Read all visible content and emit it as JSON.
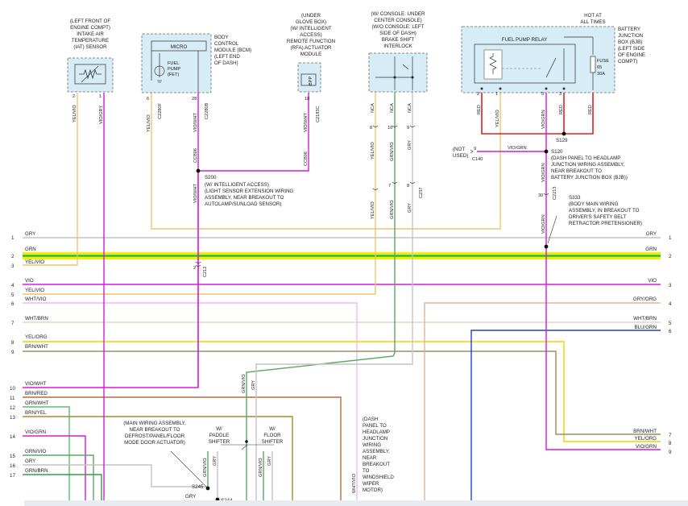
{
  "components": {
    "iat": {
      "lines": [
        "(LEFT FRONT OF",
        "ENGINE COMPT)",
        "INTAKE AIR",
        "TEMPERATURE",
        "(IAT) SENSOR"
      ],
      "pins": [
        "2",
        "1"
      ],
      "wires": [
        "YEL/VIO",
        "VIO/GRY"
      ]
    },
    "bcm": {
      "lines": [
        "BODY",
        "CONTROL",
        "MODULE (BCM)",
        "(LEFT END",
        "OF DASH)"
      ],
      "micro": "MICRO",
      "fet": [
        "FUEL",
        "PUMP",
        "(FET)"
      ],
      "pins": [
        "6",
        "28"
      ],
      "connectors": [
        "C2280F",
        "C2280B"
      ],
      "wires": [
        "YEL/VIO",
        "VIO/WHT"
      ],
      "inline": [
        "CCB06",
        "CCB06"
      ]
    },
    "rfa": {
      "lines": [
        "(UNDER",
        "GLOVE BOX)",
        "(W/ INTELLIGENT",
        "ACCESS)",
        "REMOTE FUNCTION",
        "(RFA) ACTUATOR",
        "MODULE"
      ],
      "bpp": "BPP",
      "pin": "18",
      "connector": "C2183C",
      "wire": "VIO/WHT"
    },
    "interlock": {
      "lines": [
        "(W/ CONSOLE: UNDER",
        "CENTER CONSOLE)",
        "(W/O CONSOLE: LEFT",
        "SIDE OF DASH)",
        "BRAKE SHIFT",
        "INTERLOCK"
      ],
      "ncas": [
        "NCA",
        "NCA",
        "NCA"
      ],
      "pins": [
        "8",
        "10",
        "9"
      ],
      "wires": [
        "YEL/VIO",
        "GRN/VIO",
        "GRY"
      ],
      "lower_pins": [
        "7",
        "8"
      ],
      "lower_connector": "C237"
    },
    "bjb": {
      "hot": [
        "HOT AT",
        "ALL TIMES"
      ],
      "lines": [
        "BATTERY",
        "JUNCTION",
        "BOX (BJB)",
        "(LEFT SIDE",
        "OF ENGINE",
        "COMPT)"
      ],
      "relay": "FUEL PUMP RELAY",
      "fuse": [
        "FUSE",
        "65",
        "30A"
      ],
      "pins": [
        "2",
        "1",
        "5",
        "3"
      ],
      "wires": [
        "RED",
        "YEL/VIO",
        "VIO/GRN",
        "RED",
        "RED"
      ]
    }
  },
  "splices": {
    "s129": "S129",
    "s120": "S120",
    "s120_desc": [
      "(DASH PANEL TO HEADLAMP",
      "JUNCTION WIRING ASSEMBLY,",
      "NEAR BREAKOUT TO",
      "BATTERY JUNCTION BOX (BJB))"
    ],
    "not_used": [
      "(NOT",
      "USED)"
    ],
    "c140_pin": "9",
    "c140": "C140",
    "c140_wire": "VIO/GRN",
    "c2213_pin": "30",
    "c2213": "C2213",
    "c2213_wire": "VIO/GRN",
    "s333": "S333",
    "s333_desc": [
      "(BODY MAIN WIRING",
      "ASSEMBLY, IN BREAKOUT TO",
      "DRIVER'S SAFETY BELT",
      "RETRACTOR PRETENSIONER)"
    ],
    "s200": "S200",
    "s200_desc": [
      "(W/ INTELLIGENT ACCESS)",
      "(LIGHT SENSOR EXTENSION WIRING",
      "ASSEMBLY, NEAR BREAKOUT TO",
      "AUTOLAMP/SUNLOAD SENSOR)"
    ],
    "s200_wire": "VIO/WHT",
    "c212_pin": "2",
    "c212": "C212",
    "s245": "S245",
    "s244": "S244",
    "main_desc": [
      "(MAIN WIRING ASSEMBLY,",
      "NEAR BREAKOUT TO",
      "DEFROST/PANEL/FLOOR",
      "MODE DOOR ACTUATOR)"
    ],
    "paddle": [
      "W/",
      "PADDLE",
      "SHIFTER"
    ],
    "floor": [
      "W/",
      "FLOOR",
      "SHIFTER"
    ],
    "dash_desc": [
      "(DASH",
      "PANEL TO",
      "HEADLAMP",
      "JUNCTION",
      "WIRING",
      "ASSEMBLY,",
      "NEAR",
      "BREAKOUT",
      "TO",
      "WINDSHIELD",
      "WIPER",
      "MOTOR)"
    ],
    "wht_vio": "WHT/VIO",
    "grn_vio_vert": "GRN/VIO",
    "gry_vert": "GRY",
    "gry_bottom": "GRY"
  },
  "left_rows": [
    {
      "num": "1",
      "label": "GRY",
      "color": "#c4c4c4"
    },
    {
      "num": "2",
      "label": "GRN",
      "color": "#2fb84a"
    },
    {
      "num": "3",
      "label": "YEL/VIO",
      "color": "#f0dc00"
    },
    {
      "num": "4",
      "label": "VIO",
      "color": "#d91ad9"
    },
    {
      "num": "5",
      "label": "YEL/VIO",
      "color": "#f2c46a"
    },
    {
      "num": "6",
      "label": "WHT/VIO",
      "color": "#f0b8f0"
    },
    {
      "num": "7",
      "label": "WHT/BRN",
      "color": "#e6d6c4"
    },
    {
      "num": "8",
      "label": "YEL/ORG",
      "color": "#f4d000"
    },
    {
      "num": "9",
      "label": "BRN/WHT",
      "color": "#a08c5c"
    },
    {
      "num": "10",
      "label": "VIO/WHT",
      "color": "#d91ad9"
    },
    {
      "num": "11",
      "label": "BRN/RED",
      "color": "#b06d43"
    },
    {
      "num": "12",
      "label": "GRN/WHT",
      "color": "#58c06a"
    },
    {
      "num": "13",
      "label": "BRN/YEL",
      "color": "#a58a30"
    },
    {
      "num": "14",
      "label": "VIO/GRN",
      "color": "#d91ad9"
    },
    {
      "num": "15",
      "label": "GRN/VIO",
      "color": "#58a868"
    },
    {
      "num": "16",
      "label": "GRY",
      "color": "#c4c4c4"
    },
    {
      "num": "17",
      "label": "GRN/BRN",
      "color": "#3a9a48"
    }
  ],
  "right_rows": [
    {
      "num": "1",
      "label": "GRY"
    },
    {
      "num": "2",
      "label": "GRN"
    },
    {
      "num": "3",
      "label": "VIO"
    },
    {
      "num": "4",
      "label": "GRY/ORG"
    },
    {
      "num": "5",
      "label": "WHT/BRN"
    },
    {
      "num": "6",
      "label": "BLU/GRN"
    },
    {
      "num": "7",
      "label": "BRN/WHT"
    },
    {
      "num": "8",
      "label": "YEL/ORG"
    },
    {
      "num": "9",
      "label": "VIO/GRN"
    }
  ],
  "colors": {
    "red": "#e02020",
    "violet": "#d91ad9",
    "yel_vio": "#f2c46a",
    "grn": "#2fb84a",
    "yellow": "#f0dc00",
    "gry": "#c4c4c4",
    "blue": "#2040d0",
    "component_fill": "#d6ecf6"
  }
}
